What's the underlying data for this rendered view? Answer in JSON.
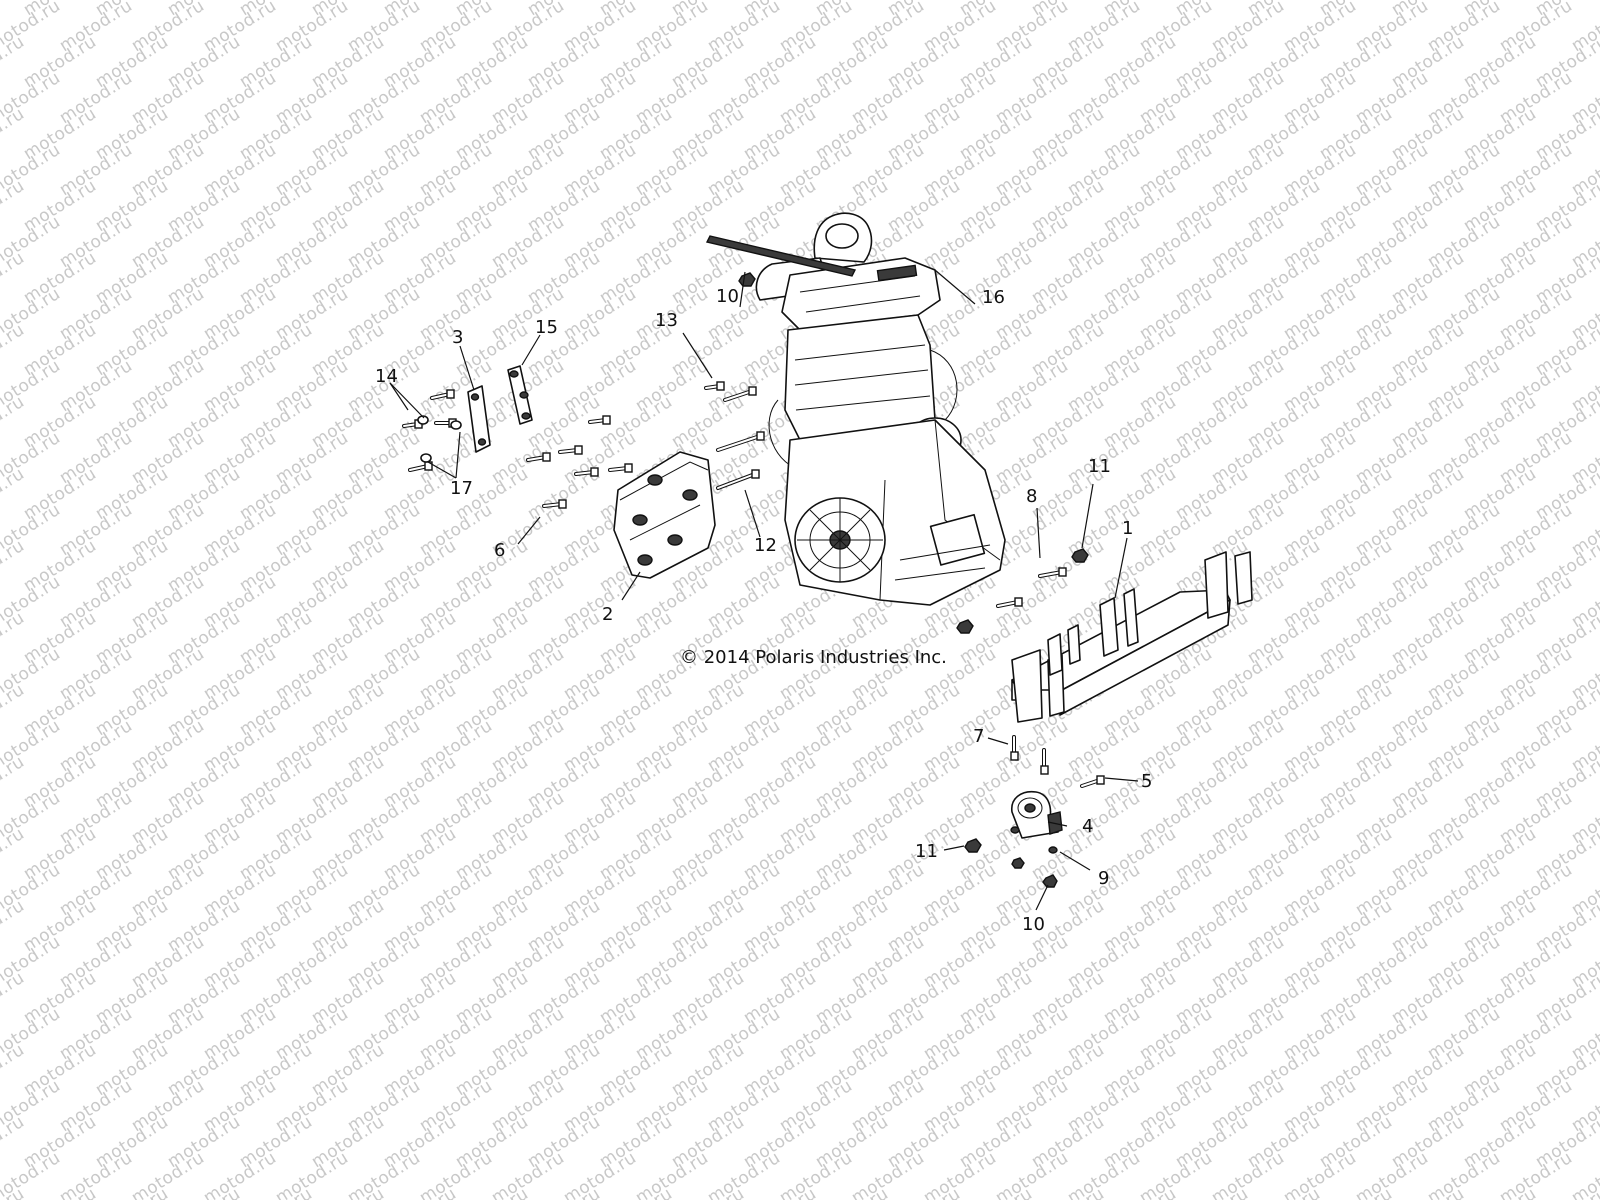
{
  "watermark": {
    "text": "motod.ru",
    "color": "#c8c8c8"
  },
  "copyright": "© 2014 Polaris Industries Inc.",
  "callouts": {
    "c1": "1",
    "c2": "2",
    "c3": "3",
    "c4": "4",
    "c5": "5",
    "c6": "6",
    "c7": "7",
    "c8": "8",
    "c9": "9",
    "c10a": "10",
    "c10b": "10",
    "c11a": "11",
    "c11b": "11",
    "c12": "12",
    "c13": "13",
    "c14": "14",
    "c15": "15",
    "c16": "16",
    "c17": "17"
  },
  "parts": [
    "engine-assembly",
    "engine-mount-bracket",
    "front-bracket-plate",
    "link-bracket",
    "frame-crossmember",
    "rubber-engine-mount",
    "bolts",
    "nuts",
    "washers"
  ]
}
